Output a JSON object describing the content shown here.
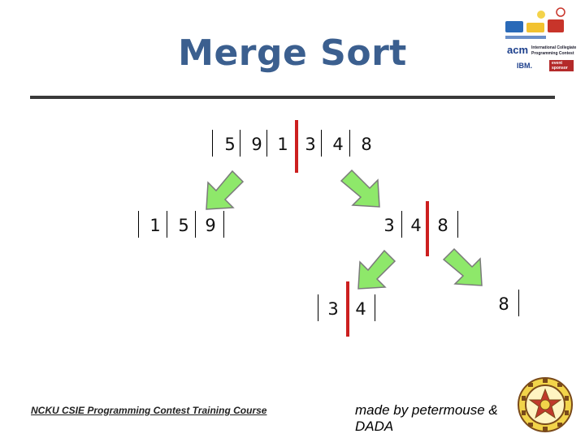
{
  "slide": {
    "title": "Merge Sort",
    "footer_left": "NCKU CSIE Programming Contest Training Course",
    "footer_right": "made by petermouse & DADA"
  },
  "diagram": {
    "top_row": [
      "5",
      "9",
      "1",
      "3",
      "4",
      "8"
    ],
    "left_row": [
      "1",
      "5",
      "9"
    ],
    "right_row": [
      "3",
      "4",
      "8"
    ],
    "bottom_left_row": [
      "3",
      "4"
    ],
    "bottom_right_row": [
      "8"
    ]
  },
  "logos": {
    "acm_text": "acm",
    "icpc_line1": "International Collegiate",
    "icpc_line2": "Programming Contest",
    "ibm_text": "IBM.",
    "sponsor_line1": "event",
    "sponsor_line2": "sponsor"
  },
  "colors": {
    "title": "#3b5f8f",
    "split_bar": "#cc1f1f",
    "arrow_fill": "#8ee86a",
    "arrow_stroke": "#7a7a7a"
  }
}
